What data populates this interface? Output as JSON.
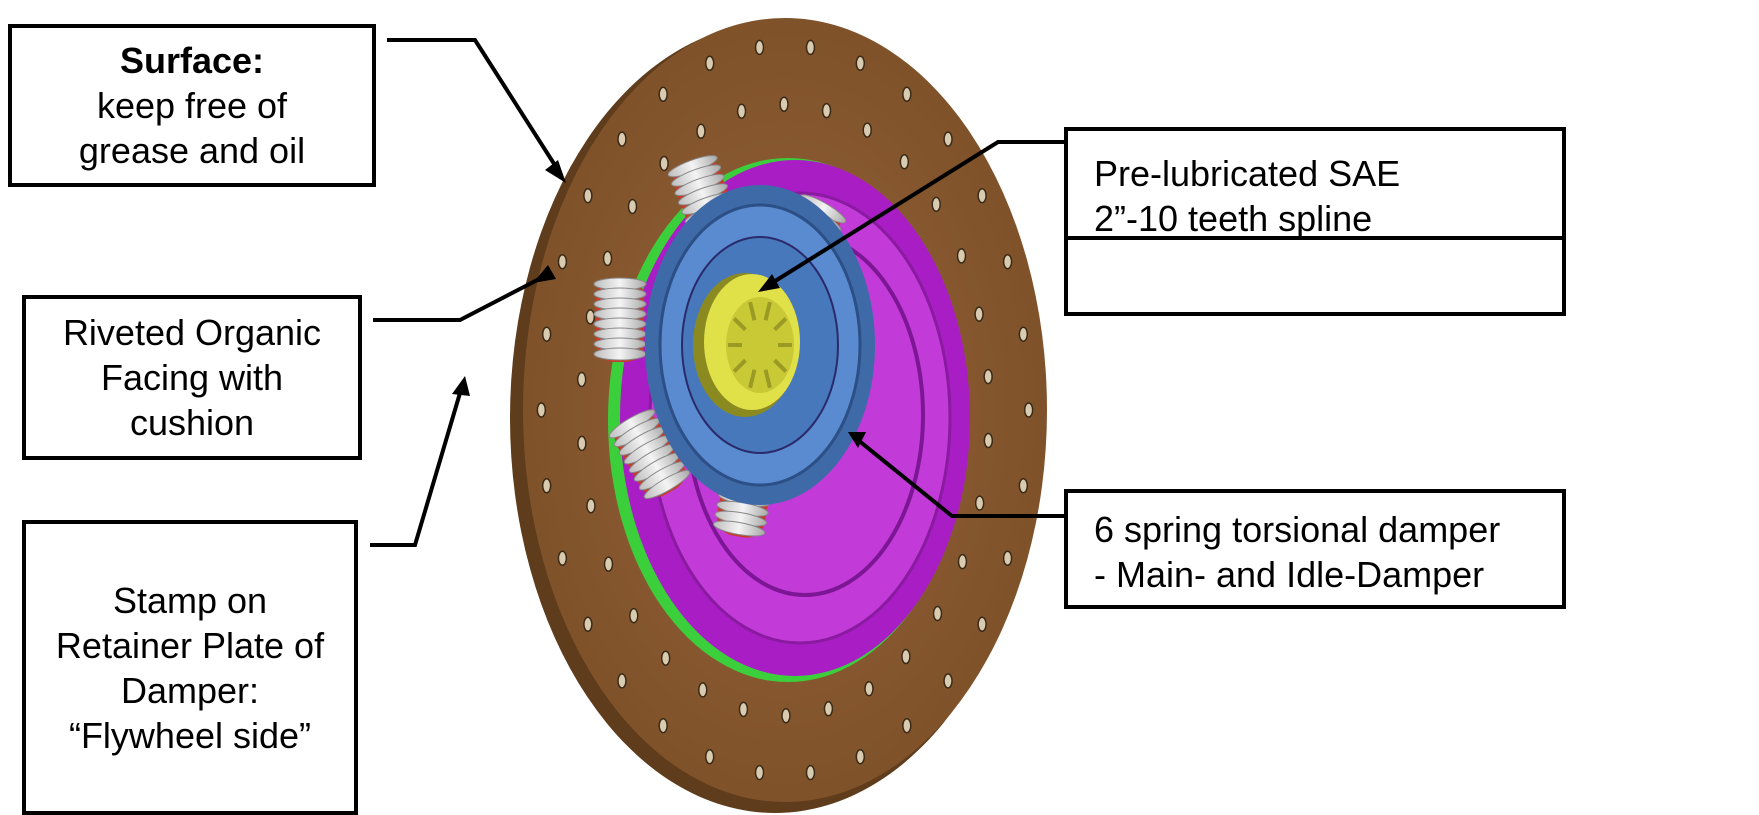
{
  "callouts": {
    "surface": {
      "title": "Surface:",
      "lines": [
        "keep free of",
        "grease and oil"
      ]
    },
    "facing": {
      "lines": [
        "Riveted Organic",
        "Facing with",
        "cushion"
      ]
    },
    "stamp": {
      "lines": [
        "Stamp on",
        "Retainer Plate of",
        "Damper:",
        "“Flywheel side”"
      ]
    },
    "spline": {
      "lines": [
        "Pre-lubricated SAE",
        "2”-10 teeth spline"
      ]
    },
    "damper": {
      "lines": [
        "6 spring torsional damper",
        "- Main- and Idle-Damper"
      ]
    }
  },
  "colors": {
    "facing": "#8a5a2b",
    "damper_plate": "#b020c8",
    "ring_green": "#3ccf3c",
    "hub_blue": "#4f7fc0",
    "hub_yellow": "#d8d840",
    "spring_white": "#e8e8e8",
    "spring_red": "#c83a2a"
  },
  "icons": [
    "clutch-disc-illustration",
    "rivet-icon",
    "coil-spring-icon",
    "spline-hub-icon"
  ]
}
